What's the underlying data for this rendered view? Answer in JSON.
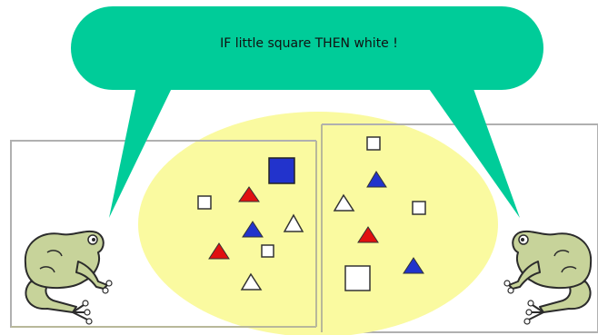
{
  "speech_bubble": {
    "text": "IF little square THEN white !",
    "color": "#00cc99"
  },
  "colors": {
    "ellipse": "#fafaa0",
    "red": "#e01010",
    "blue": "#2233cc",
    "white": "#ffffff",
    "outline": "#333333",
    "frame": "#b0b0b0",
    "frog_body": "#c7d39a",
    "frog_outline": "#2b2b2b"
  },
  "frogs": [
    {
      "name": "left-frog-icon",
      "facing": "right"
    },
    {
      "name": "right-frog-icon",
      "facing": "left"
    }
  ],
  "shapes": [
    {
      "name": "square-large-blue",
      "kind": "square",
      "size": "large",
      "color": "blue"
    },
    {
      "name": "square-small-white-1",
      "kind": "square",
      "size": "small",
      "color": "white"
    },
    {
      "name": "triangle-red-1",
      "kind": "triangle",
      "color": "red"
    },
    {
      "name": "triangle-blue-1",
      "kind": "triangle",
      "color": "blue"
    },
    {
      "name": "triangle-white-1",
      "kind": "triangle",
      "color": "white"
    },
    {
      "name": "triangle-red-2",
      "kind": "triangle",
      "color": "red"
    },
    {
      "name": "square-small-white-2",
      "kind": "square",
      "size": "small",
      "color": "white"
    },
    {
      "name": "triangle-white-2",
      "kind": "triangle",
      "color": "white"
    },
    {
      "name": "square-small-white-3",
      "kind": "square",
      "size": "small",
      "color": "white"
    },
    {
      "name": "triangle-blue-2",
      "kind": "triangle",
      "color": "blue"
    },
    {
      "name": "triangle-white-3",
      "kind": "triangle",
      "color": "white"
    },
    {
      "name": "square-small-white-4",
      "kind": "square",
      "size": "small",
      "color": "white"
    },
    {
      "name": "triangle-red-3",
      "kind": "triangle",
      "color": "red"
    },
    {
      "name": "square-large-white",
      "kind": "square",
      "size": "large",
      "color": "white"
    },
    {
      "name": "triangle-blue-3",
      "kind": "triangle",
      "color": "blue"
    }
  ]
}
